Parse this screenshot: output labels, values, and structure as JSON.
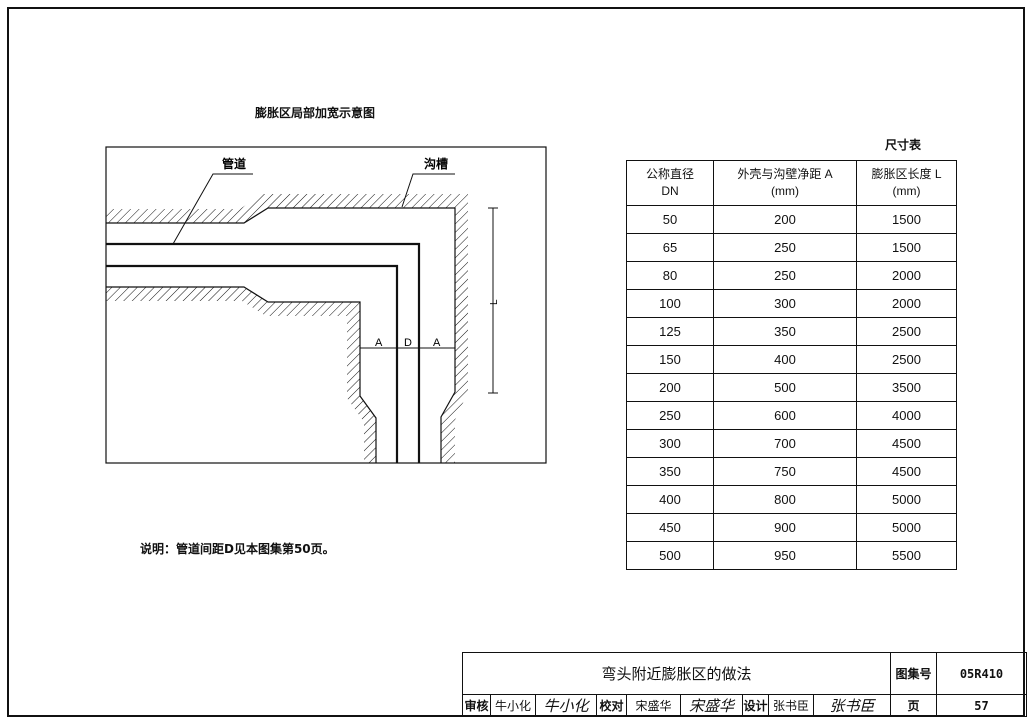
{
  "diagram": {
    "title": "膨胀区局部加宽示意图",
    "labels": {
      "pipe": "管道",
      "trench": "沟槽",
      "a_left": "A",
      "d": "D",
      "a_right": "A",
      "l": "L"
    }
  },
  "note": "说明：管道间距D见本图集第50页。",
  "table": {
    "caption": "尺寸表",
    "headers": [
      {
        "line1": "公称直径",
        "line2": "DN"
      },
      {
        "line1": "外壳与沟壁净距 A",
        "line2": "(mm)"
      },
      {
        "line1": "膨胀区长度 L",
        "line2": "(mm)"
      }
    ],
    "rows": [
      [
        "50",
        "200",
        "1500"
      ],
      [
        "65",
        "250",
        "1500"
      ],
      [
        "80",
        "250",
        "2000"
      ],
      [
        "100",
        "300",
        "2000"
      ],
      [
        "125",
        "350",
        "2500"
      ],
      [
        "150",
        "400",
        "2500"
      ],
      [
        "200",
        "500",
        "3500"
      ],
      [
        "250",
        "600",
        "4000"
      ],
      [
        "300",
        "700",
        "4500"
      ],
      [
        "350",
        "750",
        "4500"
      ],
      [
        "400",
        "800",
        "5000"
      ],
      [
        "450",
        "900",
        "5000"
      ],
      [
        "500",
        "950",
        "5500"
      ]
    ]
  },
  "title_block": {
    "drawing_title": "弯头附近膨胀区的做法",
    "atlas_no_label": "图集号",
    "atlas_no": "05R410",
    "page_label": "页",
    "page": "57",
    "review_label": "审核",
    "reviewer": "牛小化",
    "reviewer_sig": "牛小化",
    "check_label": "校对",
    "checker": "宋盛华",
    "checker_sig": "宋盛华",
    "design_label": "设计",
    "designer": "张书臣",
    "designer_sig": "张书臣"
  }
}
